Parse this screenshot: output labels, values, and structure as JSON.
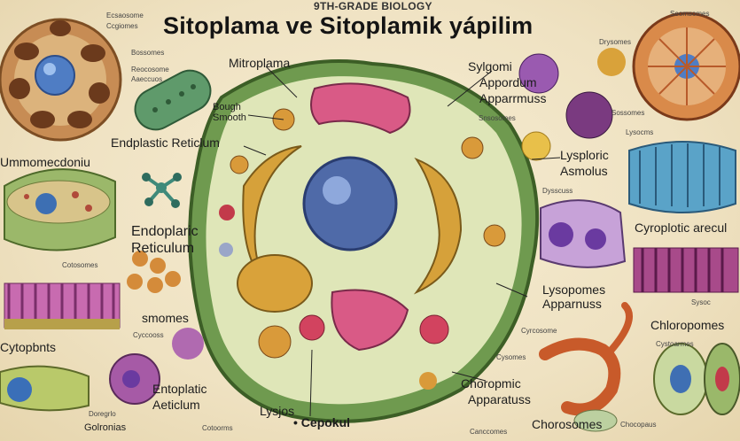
{
  "header": {
    "supertitle": "9TH-GRADE BIOLOGY",
    "title": "Sitoplama ve Sitoplamik yápilim"
  },
  "labels": {
    "mitroplama": "Mitroplama",
    "bough_smooth_1": "Bough",
    "bough_smooth_2": "Smooth",
    "endplastic_reticulum": "Endplastic Reticlum",
    "endoplaric_1": "Endoplaric",
    "endoplaric_2": "Reticulum",
    "smomes": "smomes",
    "cytopbnts": "Cytopbnts",
    "entoplatic_1": "Entoplatic",
    "entoplatic_2": "Aeticlum",
    "golronias": "Golronias",
    "lysjos": "Lysjos",
    "cepokul": "• Cepokul",
    "sylgomi_1": "Sylgomi",
    "sylgomi_2": "Appordum",
    "sylgomi_3": "Apparrmuss",
    "lysploric_1": "Lysploric",
    "lysploric_2": "Asmolus",
    "cyroplotic": "Cyroplotic arecul",
    "lysopomes_1": "Lysopomes",
    "lysopomes_2": "Apparnuss",
    "choropic_1": "Choropmic",
    "choropic_2": "Apparatuss",
    "choropomes": "Chloropomes",
    "chorosomes": "Chorosomes",
    "immomecdoniu": "Ummomecdoniu",
    "tiny_1": "Ecsaosome",
    "tiny_2": "Ccgiomes",
    "tiny_3": "Bossomes",
    "tiny_4": "Reocosome",
    "tiny_5": "Aaeccuos",
    "tiny_6": "Cotosomes",
    "tiny_7": "Seomsomes",
    "tiny_8": "Drysomes",
    "tiny_9": "Lysocms",
    "tiny_10": "Sossomes",
    "tiny_11": "Snsosomes",
    "tiny_12": "Dysscuss",
    "tiny_13": "Cyccooss",
    "tiny_14": "Cysomes",
    "tiny_15": "Cyrcosome",
    "tiny_16": "Cystoarmes",
    "tiny_17": "Sysoc",
    "tiny_18": "Chocopaus",
    "tiny_19": "Canccomes",
    "tiny_20": "Cotoorms",
    "tiny_21": "Doregrlo"
  },
  "colors": {
    "background": "#f1e6c8",
    "cell_wall": "#6f9a4f",
    "nucleus": "#4f6aa8",
    "golgi": "#c9a23c",
    "mitochondria": "#d98a5a",
    "text": "#1d1d1d"
  }
}
